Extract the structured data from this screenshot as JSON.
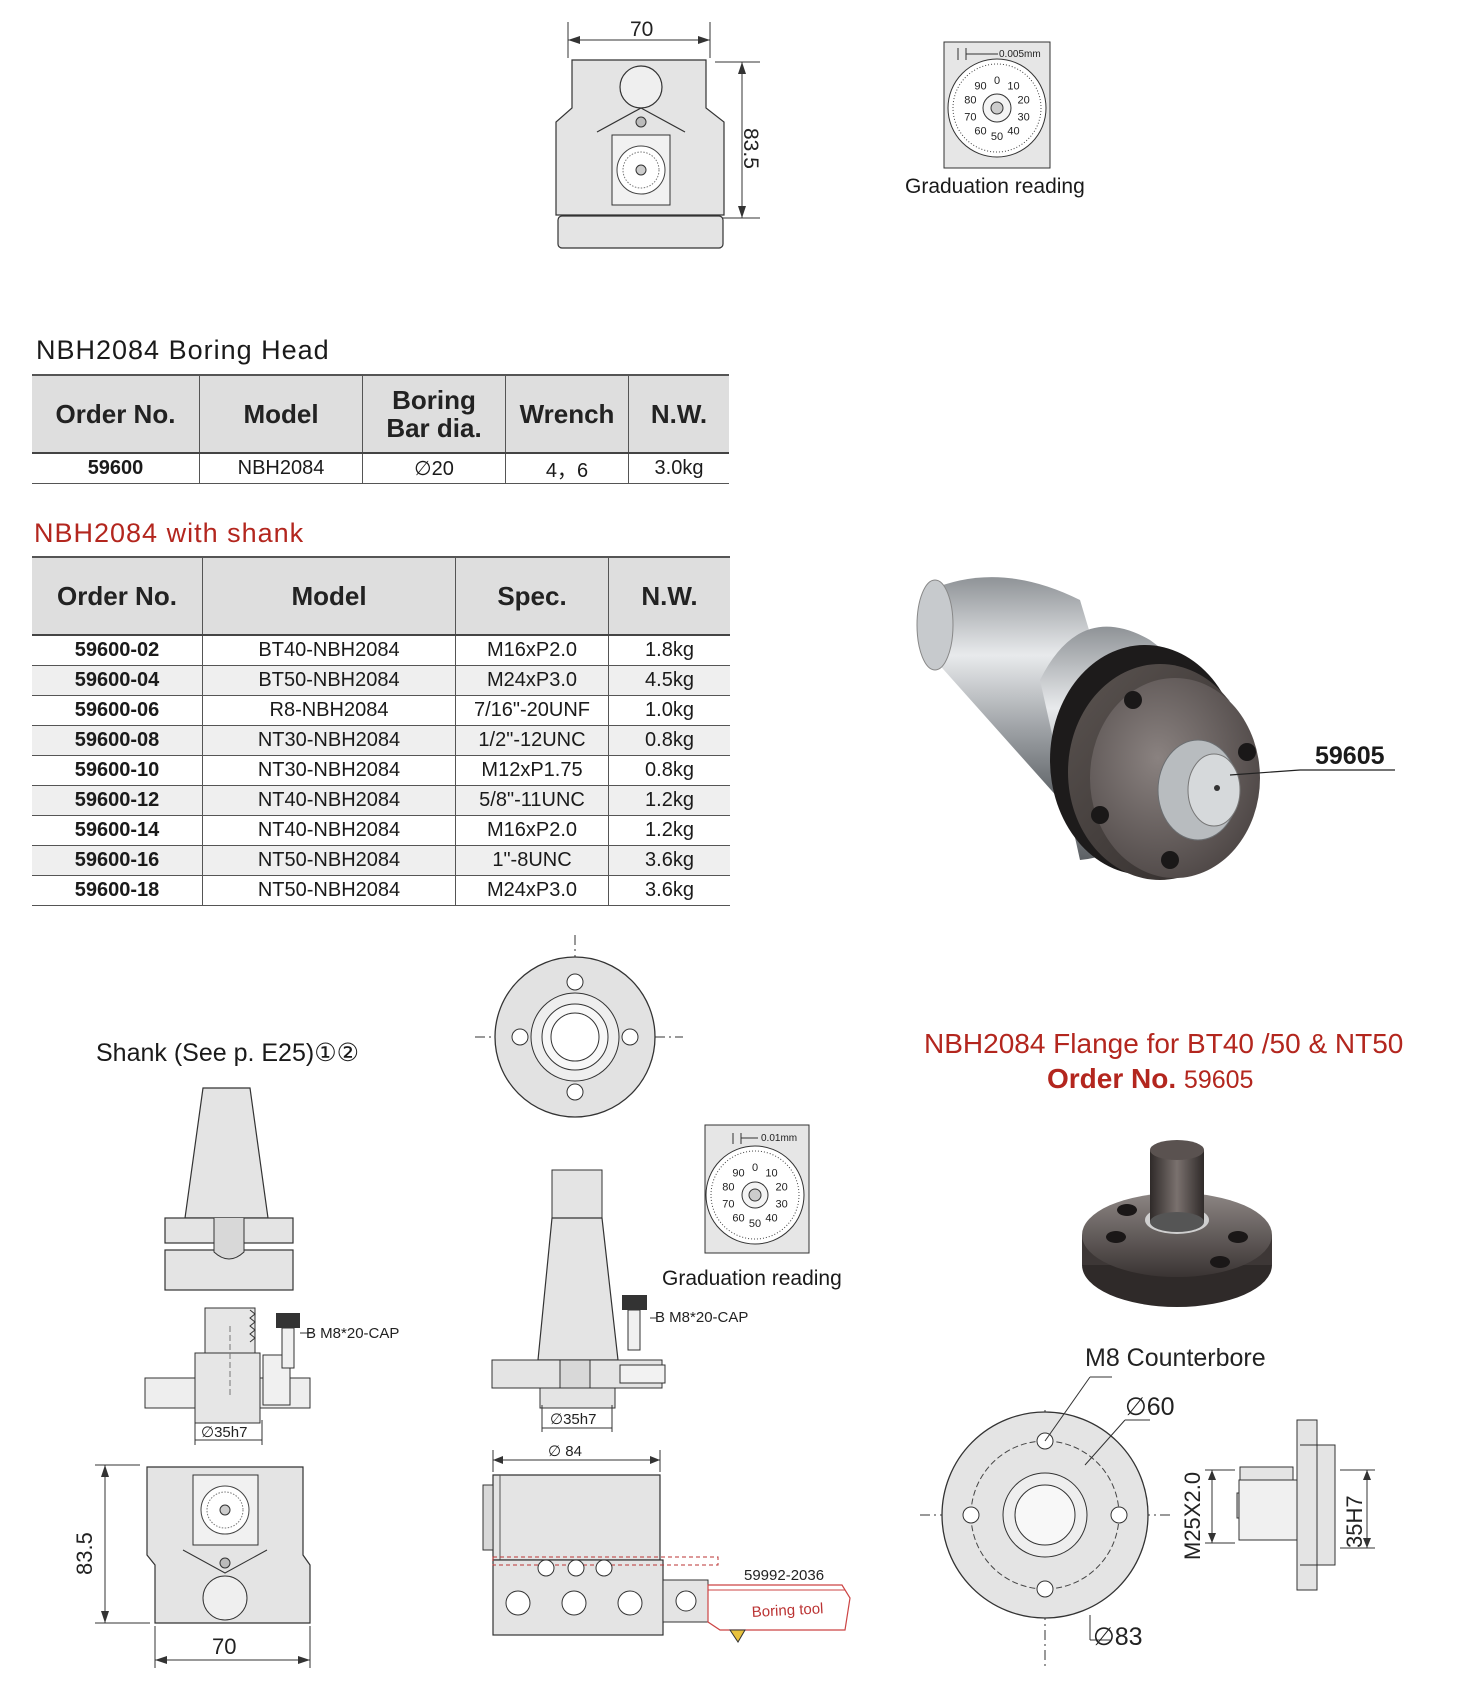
{
  "top_drawing": {
    "width_dim": "70",
    "height_dim": "83.5"
  },
  "graduation_top": {
    "scale": "0.005mm",
    "caption": "Graduation reading",
    "numbers": [
      "0",
      "10",
      "20",
      "30",
      "40",
      "50",
      "60",
      "70",
      "80",
      "90"
    ]
  },
  "boring_head": {
    "title": "NBH2084 Boring Head",
    "headers": [
      "Order No.",
      "Model",
      "Boring Bar dia.",
      "Wrench",
      "N.W."
    ],
    "rows": [
      [
        "59600",
        "NBH2084",
        "∅20",
        "4，6",
        "3.0kg"
      ]
    ]
  },
  "with_shank": {
    "title": "NBH2084 with shank",
    "headers": [
      "Order No.",
      "Model",
      "Spec.",
      "N.W."
    ],
    "rows": [
      [
        "59600-02",
        "BT40-NBH2084",
        "M16xP2.0",
        "1.8kg"
      ],
      [
        "59600-04",
        "BT50-NBH2084",
        "M24xP3.0",
        "4.5kg"
      ],
      [
        "59600-06",
        "R8-NBH2084",
        "7/16\"-20UNF",
        "1.0kg"
      ],
      [
        "59600-08",
        "NT30-NBH2084",
        "1/2\"-12UNC",
        "0.8kg"
      ],
      [
        "59600-10",
        "NT30-NBH2084",
        "M12xP1.75",
        "0.8kg"
      ],
      [
        "59600-12",
        "NT40-NBH2084",
        "5/8\"-11UNC",
        "1.2kg"
      ],
      [
        "59600-14",
        "NT40-NBH2084",
        "M16xP2.0",
        "1.2kg"
      ],
      [
        "59600-16",
        "NT50-NBH2084",
        "1\"-8UNC",
        "3.6kg"
      ],
      [
        "59600-18",
        "NT50-NBH2084",
        "M24xP3.0",
        "3.6kg"
      ]
    ]
  },
  "photo_label": "59605",
  "shank_note": "Shank (See p. E25)①②",
  "flange": {
    "title": "NBH2084 Flange for BT40 /50 & NT50",
    "order_label": "Order No.",
    "order_no": "59605"
  },
  "left_drawing": {
    "cap_label": "B M8*20-CAP",
    "bore_dim": "∅35h7",
    "height_dim": "83.5",
    "width_dim": "70"
  },
  "mid_drawing": {
    "cap_label": "B M8*20-CAP",
    "bore_dim": "∅35h7",
    "width_dim": "∅ 84",
    "tool_no": "59992-2036",
    "tool_label": "Boring tool"
  },
  "graduation_mid": {
    "scale": "0.01mm",
    "caption": "Graduation reading",
    "numbers": [
      "0",
      "10",
      "20",
      "30",
      "40",
      "50",
      "60",
      "70",
      "80",
      "90"
    ]
  },
  "flange_drawing": {
    "counterbore": "M8 Counterbore",
    "d60": "∅60",
    "d83": "∅83",
    "thread": "M25X2.0",
    "fit": "35H7"
  }
}
